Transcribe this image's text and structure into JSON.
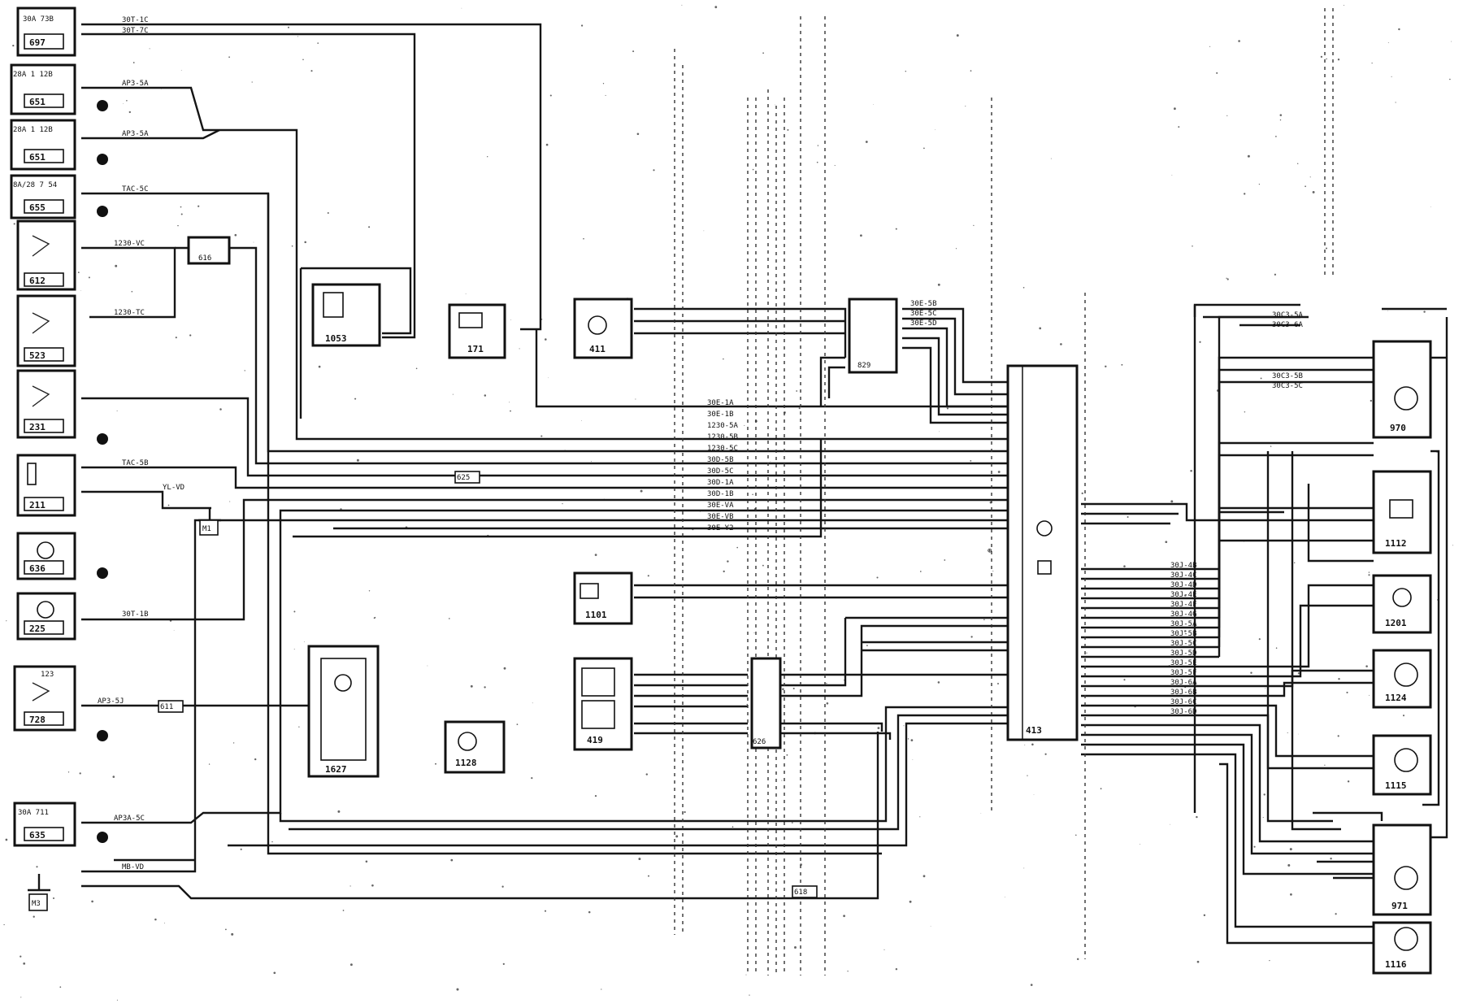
{
  "components": [
    {
      "id": "c1",
      "label": "697",
      "spec": "30A 73B"
    },
    {
      "id": "c2",
      "label": "651",
      "spec": "28A 1 12B"
    },
    {
      "id": "c3",
      "label": "651",
      "spec": "28A 1 12B"
    },
    {
      "id": "c4",
      "label": "655",
      "spec": "8A/28 7 54"
    },
    {
      "id": "c5",
      "label": "612",
      "spec": ""
    },
    {
      "id": "c6",
      "label": "523",
      "spec": ""
    },
    {
      "id": "c7",
      "label": "231",
      "spec": ""
    },
    {
      "id": "c8",
      "label": "211",
      "spec": ""
    },
    {
      "id": "c9",
      "label": "636",
      "spec": ""
    },
    {
      "id": "c10",
      "label": "225",
      "spec": ""
    },
    {
      "id": "c11",
      "label": "728",
      "spec": "123"
    },
    {
      "id": "c12",
      "label": "635",
      "spec": "30A 711"
    },
    {
      "id": "c13",
      "label": "1053",
      "spec": ""
    },
    {
      "id": "c14",
      "label": "171",
      "spec": ""
    },
    {
      "id": "c15",
      "label": "411",
      "spec": ""
    },
    {
      "id": "c16",
      "label": "1101",
      "spec": ""
    },
    {
      "id": "c17",
      "label": "419",
      "spec": ""
    },
    {
      "id": "c18",
      "label": "1627",
      "spec": ""
    },
    {
      "id": "c19",
      "label": "1128",
      "spec": ""
    },
    {
      "id": "c20",
      "label": "626",
      "spec": ""
    },
    {
      "id": "c21",
      "label": "413",
      "spec": ""
    },
    {
      "id": "c22",
      "label": "970",
      "spec": ""
    },
    {
      "id": "c23",
      "label": "1112",
      "spec": ""
    },
    {
      "id": "c24",
      "label": "1201",
      "spec": ""
    },
    {
      "id": "c25",
      "label": "1124",
      "spec": ""
    },
    {
      "id": "c26",
      "label": "1115",
      "spec": ""
    },
    {
      "id": "c27",
      "label": "971",
      "spec": ""
    },
    {
      "id": "c28",
      "label": "1116",
      "spec": ""
    }
  ],
  "connectors": [
    {
      "id": "k1",
      "label": "829"
    },
    {
      "id": "k2",
      "label": "616"
    },
    {
      "id": "k3",
      "label": "625"
    },
    {
      "id": "k4",
      "label": "611"
    },
    {
      "id": "k5",
      "label": "618"
    }
  ],
  "grounds": [
    {
      "id": "g1",
      "label": "M1"
    },
    {
      "id": "g2",
      "label": "M3"
    }
  ],
  "wire_codes": {
    "top": [
      "30T-1C",
      "30T-7C"
    ],
    "row2": "AP3-5A",
    "row3": "AP3-5A",
    "row4": "TAC-5C",
    "row5": "1230-VC",
    "row6": "1230-TC",
    "row8": "TAC-5B",
    "row9": "YL-VD",
    "row10": "30T-1B",
    "row11": "AP3-5J",
    "row12": "AP3A-5C",
    "row13": "MB-VD",
    "bus_left": [
      "30E-1A",
      "30E-1B",
      "1230-5A",
      "1230-5B",
      "1230-5C",
      "30D-5B",
      "30D-5C",
      "30D-1A",
      "30D-1B",
      "30E-VA",
      "30E-VB",
      "30E-Y2"
    ],
    "bus_mid": [
      "30E-5B",
      "30E-5C",
      "30E-5D"
    ],
    "right_bus": [
      "30J-4B",
      "30J-4C",
      "30J-4D",
      "30J-4E",
      "30J-4F",
      "30J-4G",
      "30J-5A",
      "30J-5B",
      "30J-5C",
      "30J-5D",
      "30J-5E",
      "30J-5F",
      "30J-6A",
      "30J-6B",
      "30J-6C",
      "30J-6D"
    ],
    "right_top": [
      "30C3-5A",
      "30C3-6A",
      "30C3-5B",
      "30C3-5C"
    ]
  }
}
